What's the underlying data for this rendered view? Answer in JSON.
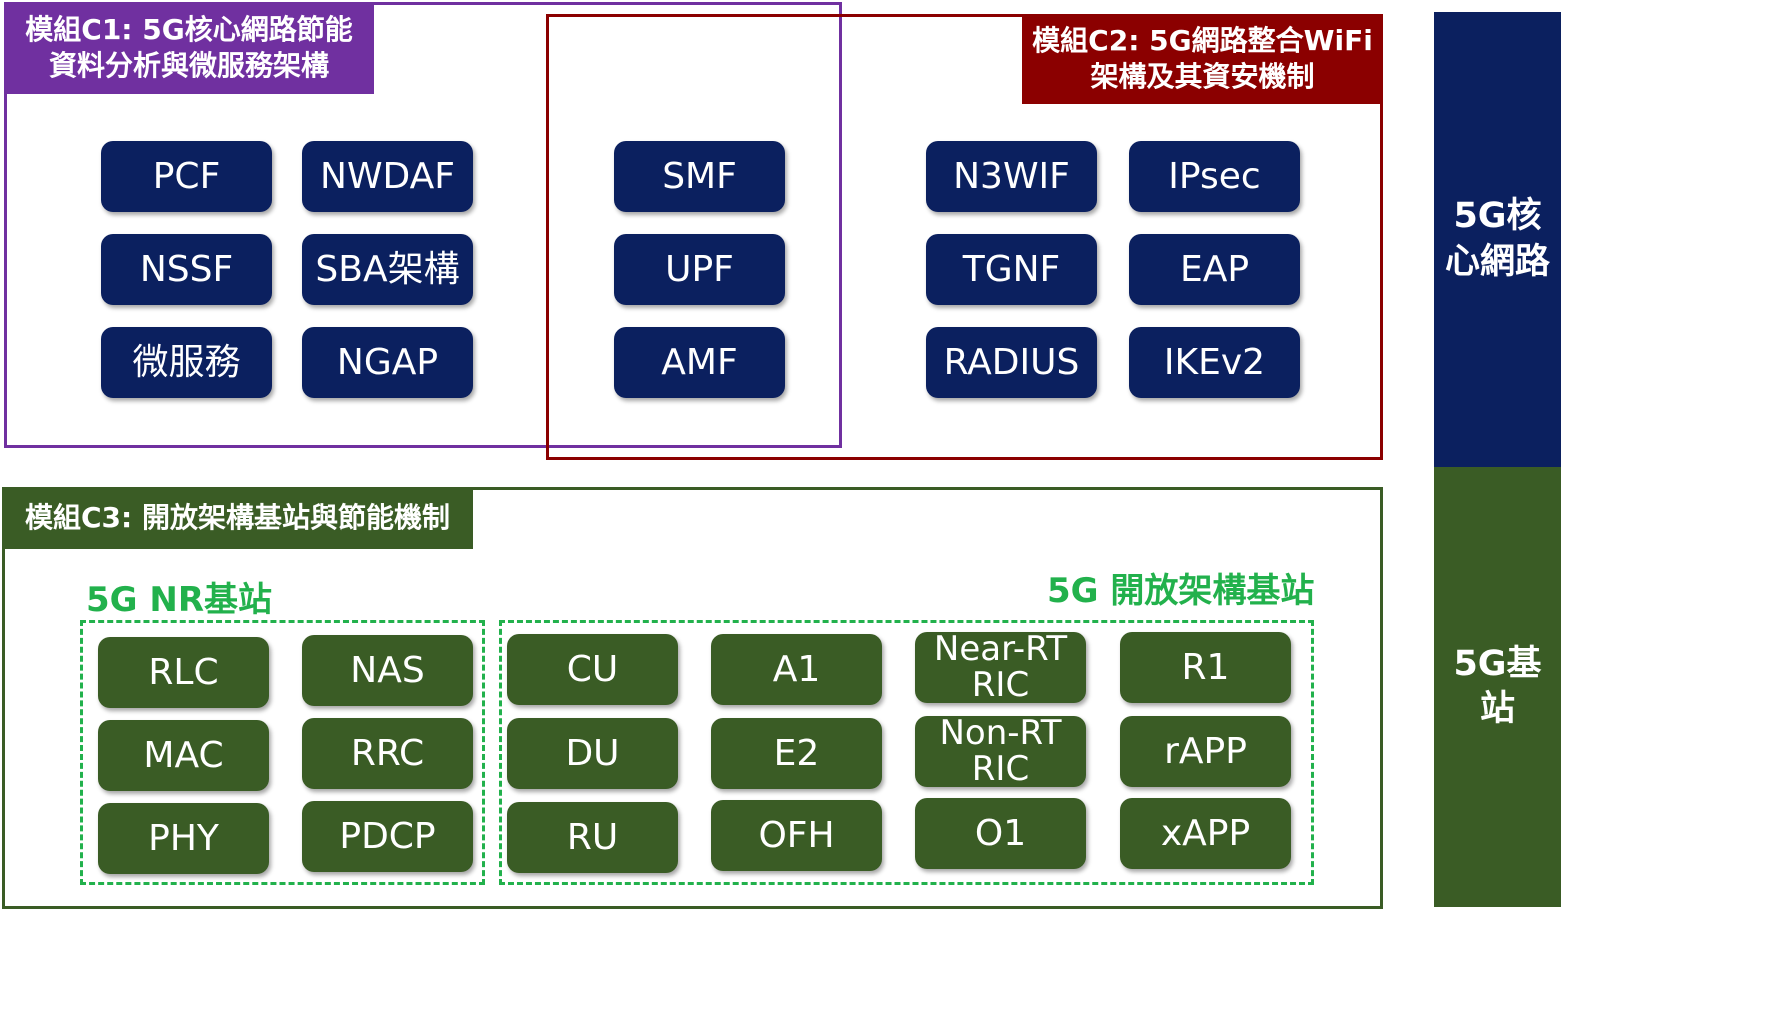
{
  "module_c1": {
    "title_line1": "模組C1: 5G核心網路節能",
    "title_line2": "資料分析與微服務架構",
    "items": [
      "PCF",
      "NWDAF",
      "NSSF",
      "SBA架構",
      "微服務",
      "NGAP"
    ]
  },
  "module_c2": {
    "title_line1": "模組C2: 5G網路整合WiFi",
    "title_line2": "架構及其資安機制",
    "items": [
      "N3WIF",
      "IPsec",
      "TGNF",
      "EAP",
      "RADIUS",
      "IKEv2"
    ]
  },
  "shared_core": {
    "items": [
      "SMF",
      "UPF",
      "AMF"
    ]
  },
  "module_c3": {
    "title": "模組C3: 開放架構基站與節能機制",
    "nr_group": {
      "label": "5G NR基站",
      "items": [
        "RLC",
        "NAS",
        "MAC",
        "RRC",
        "PHY",
        "PDCP"
      ]
    },
    "oran_group": {
      "label": "5G 開放架構基站",
      "items": [
        "CU",
        "A1",
        "Near-RT RIC",
        "R1",
        "DU",
        "E2",
        "Non-RT RIC",
        "rAPP",
        "RU",
        "OFH",
        "O1",
        "xAPP"
      ]
    }
  },
  "side_bar": {
    "core_label_line1": "5G核",
    "core_label_line2": "心網路",
    "ran_label_line1": "5G基",
    "ran_label_line2": "站"
  },
  "colors": {
    "navy": "#0b205f",
    "purple": "#7030a0",
    "dark_red": "#8b0000",
    "dark_green": "#3a5c25",
    "light_green": "#22b14c"
  }
}
